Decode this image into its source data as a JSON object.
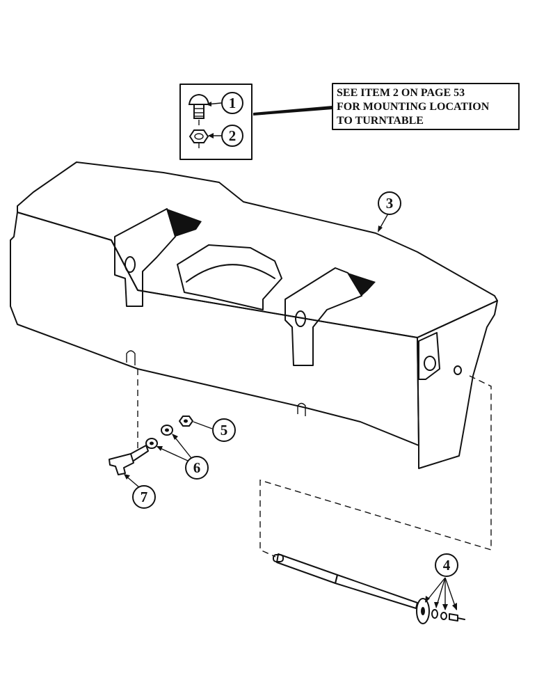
{
  "note": {
    "lines": [
      "SEE ITEM 2 ON PAGE 53",
      "FOR MOUNTING LOCATION",
      "TO TURNTABLE"
    ]
  },
  "callouts": [
    "1",
    "2",
    "3",
    "4",
    "5",
    "6",
    "7"
  ],
  "colors": {
    "ink": "#111111",
    "paper": "#ffffff"
  }
}
